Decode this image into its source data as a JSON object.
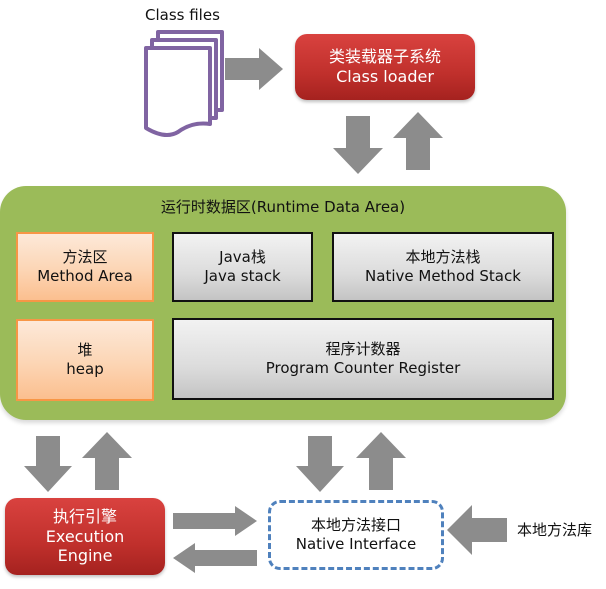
{
  "class_files": {
    "label": "Class files",
    "icon": "document-stack-icon"
  },
  "class_loader": {
    "title_cn": "类装载器子系统",
    "title_en": "Class loader"
  },
  "runtime_data_area": {
    "title": "运行时数据区(Runtime Data Area)",
    "method_area": {
      "cn": "方法区",
      "en": "Method Area"
    },
    "heap": {
      "cn": "堆",
      "en": "heap"
    },
    "java_stack": {
      "cn": "Java栈",
      "en": "Java stack"
    },
    "native_method_stack": {
      "cn": "本地方法栈",
      "en": "Native Method Stack"
    },
    "program_counter": {
      "cn": "程序计数器",
      "en": "Program Counter Register"
    }
  },
  "execution_engine": {
    "cn": "执行引擎",
    "en_line1": "Execution",
    "en_line2": "Engine"
  },
  "native_interface": {
    "cn": "本地方法接口",
    "en": "Native Interface"
  },
  "native_library": {
    "label": "本地方法库"
  },
  "colors": {
    "panel_green": "#9bbb59",
    "red_box": "#c0302c",
    "orange_border": "#f79646",
    "dashed_blue": "#4f81bd",
    "arrow_gray": "#8c8c8c",
    "doc_purple": "#8064a2"
  }
}
